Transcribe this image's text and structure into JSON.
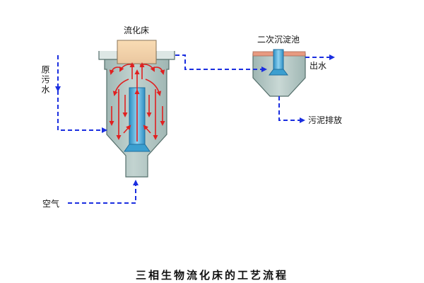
{
  "labels": {
    "reactor": "流化床",
    "clarifier": "二次沉淀池",
    "raw_water": "原污水",
    "effluent": "出水",
    "sludge": "污泥排放",
    "air": "空气"
  },
  "caption": "三相生物流化床的工艺流程",
  "colors": {
    "flow_line": "#1a2ee0",
    "circulation_arrow": "#e02020",
    "tank_fill": "#b4c7c4",
    "top_section": "#f7d9b0",
    "draft_tube": "#4aaed6",
    "sludge_layer": "#e89a80"
  }
}
